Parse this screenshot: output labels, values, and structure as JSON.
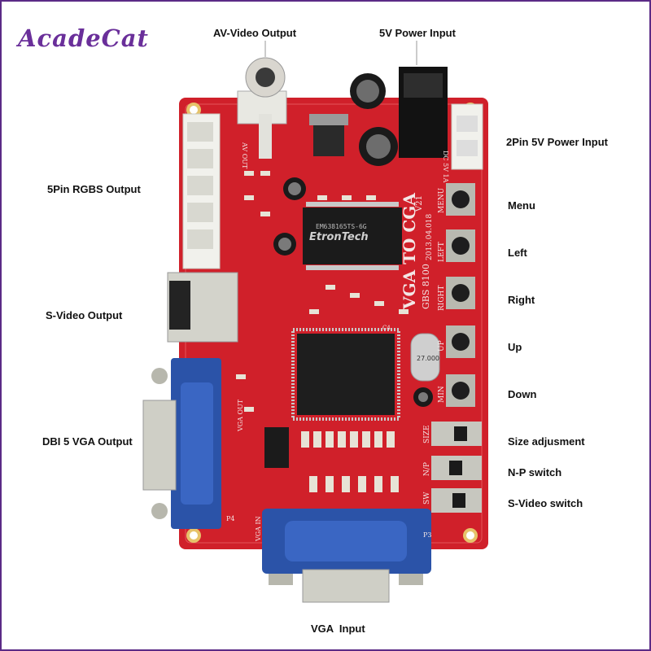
{
  "brand": {
    "logo_text": "AcadeCat",
    "accent": "#6a2f9a"
  },
  "labels": {
    "av_video_output": "AV-Video Output",
    "power_input_5v": "5V Power Input",
    "power_input_2pin": "2Pin 5V Power Input",
    "rgbs_output_5pin": "5Pin RGBS Output",
    "menu": "Menu",
    "left": "Left",
    "right": "Right",
    "up": "Up",
    "down": "Down",
    "svideo_output": "S-Video Output",
    "vga_output_db15": "DBI 5 VGA Output",
    "size_adjustment": "Size adjusment",
    "np_switch": "N-P switch",
    "svideo_switch": "S-Video switch",
    "vga_input": "VGA  Input"
  },
  "board_markings": {
    "title": "VGA TO CGA",
    "version": "V21",
    "model": "GBS 8100",
    "date": "2013.04.018",
    "chip_brand": "EtronTech",
    "chip_code": "EM638165TS-6G",
    "crystal": "27.000",
    "btn_menu": "MENU",
    "btn_left": "LEFT",
    "btn_right": "RIGHT",
    "btn_up": "UP",
    "btn_down": "MIN",
    "sw_size": "SIZE",
    "sw_np": "N/P",
    "sw_sv": "SW",
    "vga_in": "VGA IN",
    "vga_out": "VGA OUT",
    "av_out": "AV OUT",
    "dc_in": "DC 5V 1A",
    "p4": "P4",
    "p3": "P3",
    "c4": "C4"
  },
  "colors": {
    "pcb": "#d0202a",
    "pcb_dark": "#a8151d",
    "vga_blue": "#2b53a8",
    "frame": "#5b2a86"
  }
}
